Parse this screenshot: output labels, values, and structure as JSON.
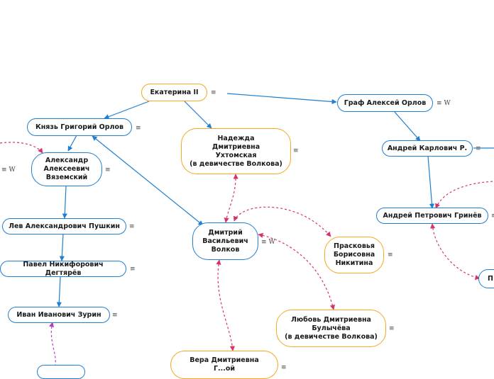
{
  "nodes": {
    "catherine": "Екатерина II",
    "orlov_aleksei": "Граф Алексей Орлов",
    "orlov_grigory": "Князь Григорий Орлов",
    "nadezhda": "Надежда\nДмитриевна\nУхтомская\n(в девичестве Волкова)",
    "karlovich": "Андрей Карлович Р.",
    "vyazemsky": "Александр\nАлексеевич\nВяземский",
    "grinev": "Андрей Петрович Гринёв",
    "pushkin": "Лев Александрович Пушкин",
    "volkov": "Дмитрий\nВасильевич\nВолков",
    "praskovya": "Прасковья\nБорисовна\nНикитина",
    "degtyarev": "Павел Никифорович Дегтярёв",
    "zurin": "Иван Иванович Зурин",
    "lyubov": "Любовь Дмитриевна\nБулычёва\n(в девичестве Волкова)",
    "vera": "Вера Дмитриевна\nГ...ой",
    "p_partial": "П"
  },
  "marks": {
    "menu_glyph": "≡",
    "w_glyph": "W"
  },
  "colors": {
    "solid_line": "#1f7fd0",
    "dashed_line": "#d6336c",
    "dashed_line_alt": "#b13fc4",
    "border_blue": "#1f7fd0",
    "border_orange": "#f5a623"
  }
}
